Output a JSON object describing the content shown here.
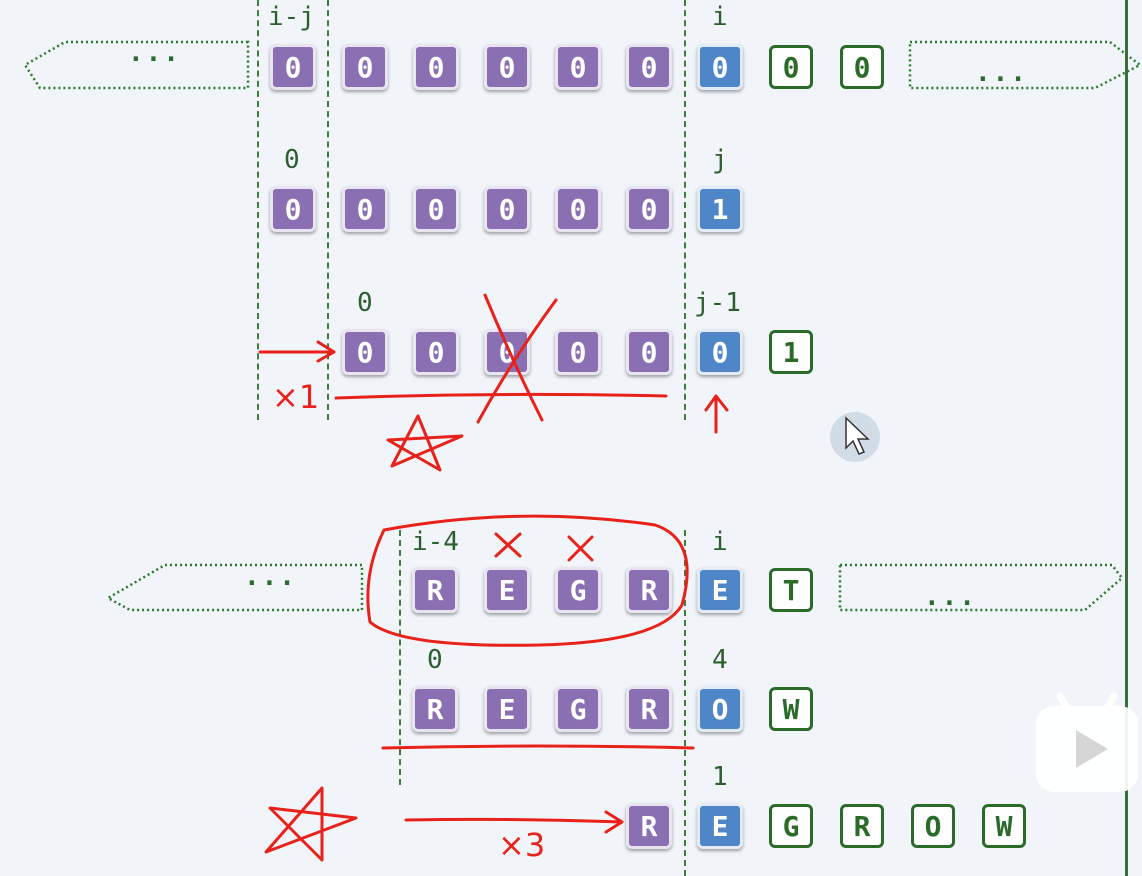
{
  "colors": {
    "purple_box": "#8a70b3",
    "blue_box": "#4f86c8",
    "green_border": "#2a6b2a",
    "annotation_red": "#e8221a",
    "background": "#f1f4f9"
  },
  "ellipsis": "...",
  "rows": [
    {
      "purple": [
        "0",
        "0",
        "0",
        "0",
        "0",
        "0"
      ],
      "blue": "0",
      "green": [
        "0",
        "0"
      ]
    },
    {
      "purple": [
        "0",
        "0",
        "0",
        "0",
        "0",
        "0"
      ],
      "blue": "1",
      "green": []
    },
    {
      "purple": [
        "0",
        "0",
        "0",
        "0",
        "0"
      ],
      "blue": "0",
      "green": [
        "1"
      ]
    },
    {
      "purple": [
        "R",
        "E",
        "G",
        "R"
      ],
      "blue": "E",
      "green": [
        "T"
      ]
    },
    {
      "purple": [
        "R",
        "E",
        "G",
        "R"
      ],
      "blue": "O",
      "green": [
        "W"
      ]
    },
    {
      "purple": [
        "R"
      ],
      "blue": "E",
      "green": [
        "G",
        "R",
        "O",
        "W"
      ]
    }
  ],
  "labels": {
    "l1": "i-j",
    "l2": "i",
    "l3": "0",
    "l4": "j",
    "l5": "0",
    "l6": "j-1",
    "l7": "i-4",
    "l8": "i",
    "l9": "0",
    "l10": "4",
    "l11": "1"
  },
  "annotations": {
    "shift1": "×1",
    "shift3": "×3",
    "mark": "×"
  },
  "icons": [
    "mouse-cursor-icon",
    "play-watermark-icon",
    "star-icon",
    "cross-icon",
    "arrow-icon"
  ]
}
